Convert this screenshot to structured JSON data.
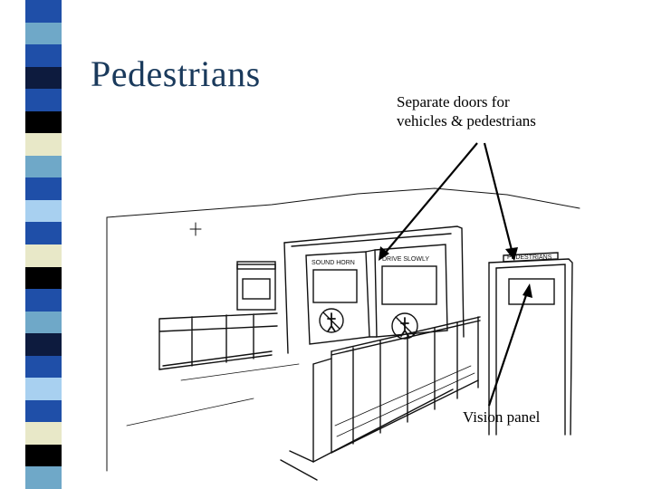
{
  "slide": {
    "title": "Pedestrians",
    "annotation_lines": [
      "Separate doors for",
      "vehicles & pedestrians"
    ],
    "vision_panel_label": "Vision panel",
    "signs": {
      "sound_horn": "SOUND HORN",
      "drive_slowly": "DRIVE SLOWLY",
      "pedestrians": "PEDESTRIANS"
    }
  },
  "colors": {
    "title": "#1a3a5c",
    "stripe": [
      "#1f4fa8",
      "#6fa8c8",
      "#1f4fa8",
      "#0d1b3e",
      "#1f4fa8",
      "#000000",
      "#e8e8c8",
      "#6fa8c8",
      "#1f4fa8",
      "#a8d0f0",
      "#1f4fa8",
      "#e8e8c8",
      "#000000",
      "#1f4fa8",
      "#6fa8c8",
      "#0d1b3e",
      "#1f4fa8",
      "#a8d0f0",
      "#1f4fa8",
      "#e8e8c8",
      "#000000",
      "#6fa8c8"
    ]
  }
}
